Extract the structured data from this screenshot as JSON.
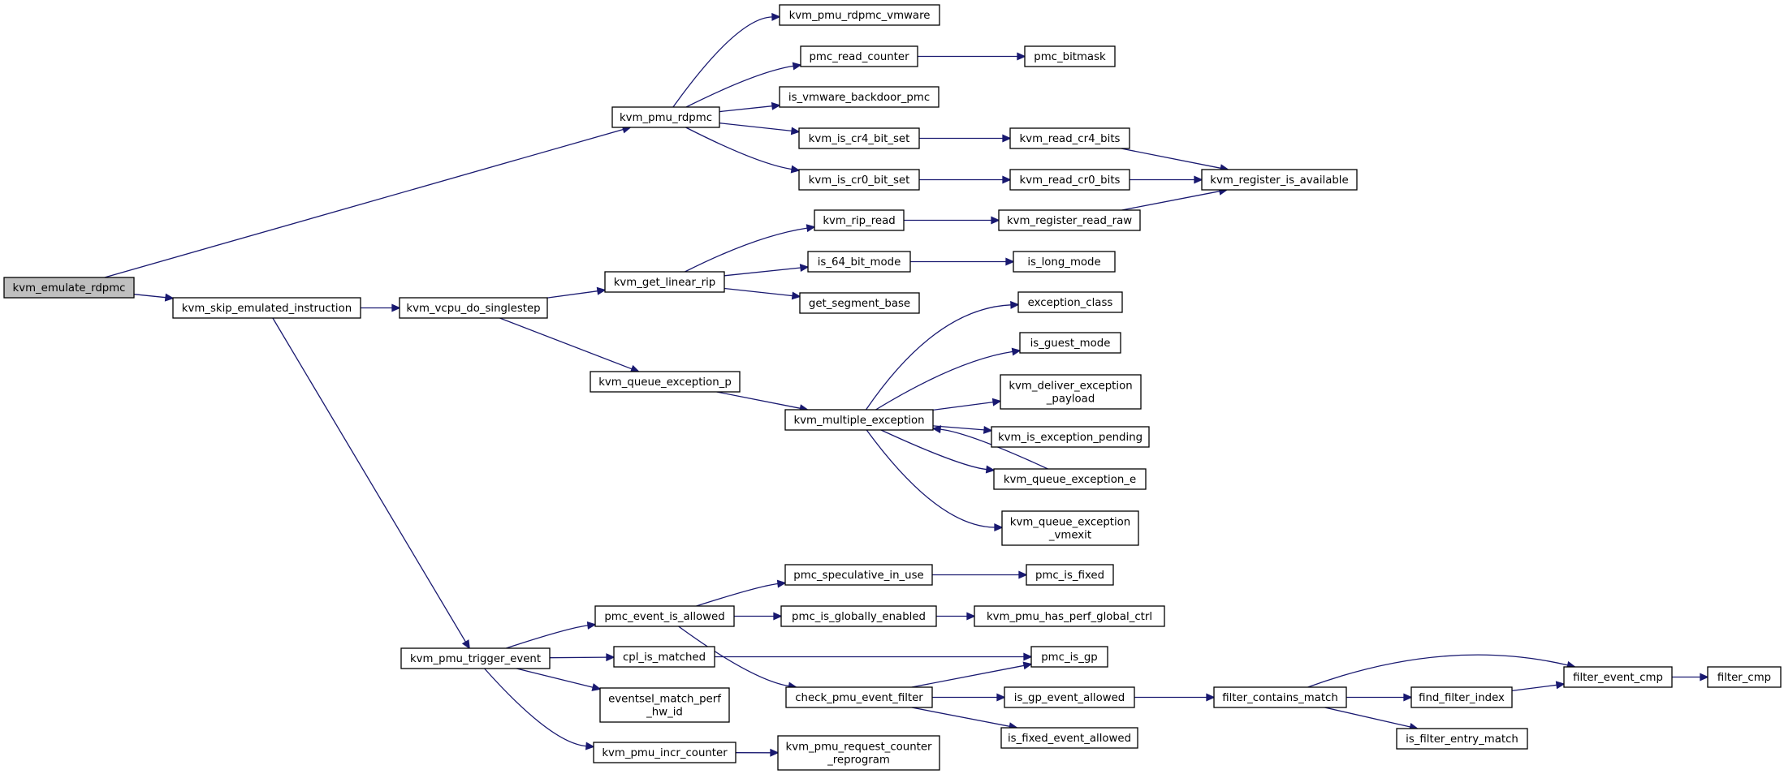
{
  "graph": {
    "root": "kvm_emulate_rdpmc",
    "nodes": [
      {
        "id": "kvm_emulate_rdpmc",
        "lines": [
          "kvm_emulate_rdpmc"
        ],
        "root": true
      },
      {
        "id": "kvm_pmu_rdpmc",
        "lines": [
          "kvm_pmu_rdpmc"
        ]
      },
      {
        "id": "kvm_skip_emulated_instruction",
        "lines": [
          "kvm_skip_emulated_instruction"
        ]
      },
      {
        "id": "kvm_pmu_rdpmc_vmware",
        "lines": [
          "kvm_pmu_rdpmc_vmware"
        ]
      },
      {
        "id": "pmc_read_counter",
        "lines": [
          "pmc_read_counter"
        ]
      },
      {
        "id": "pmc_bitmask",
        "lines": [
          "pmc_bitmask"
        ]
      },
      {
        "id": "is_vmware_backdoor_pmc",
        "lines": [
          "is_vmware_backdoor_pmc"
        ]
      },
      {
        "id": "kvm_is_cr4_bit_set",
        "lines": [
          "kvm_is_cr4_bit_set"
        ]
      },
      {
        "id": "kvm_read_cr4_bits",
        "lines": [
          "kvm_read_cr4_bits"
        ]
      },
      {
        "id": "kvm_is_cr0_bit_set",
        "lines": [
          "kvm_is_cr0_bit_set"
        ]
      },
      {
        "id": "kvm_read_cr0_bits",
        "lines": [
          "kvm_read_cr0_bits"
        ]
      },
      {
        "id": "kvm_register_is_available",
        "lines": [
          "kvm_register_is_available"
        ]
      },
      {
        "id": "kvm_vcpu_do_singlestep",
        "lines": [
          "kvm_vcpu_do_singlestep"
        ]
      },
      {
        "id": "kvm_get_linear_rip",
        "lines": [
          "kvm_get_linear_rip"
        ]
      },
      {
        "id": "kvm_rip_read",
        "lines": [
          "kvm_rip_read"
        ]
      },
      {
        "id": "kvm_register_read_raw",
        "lines": [
          "kvm_register_read_raw"
        ]
      },
      {
        "id": "is_64_bit_mode",
        "lines": [
          "is_64_bit_mode"
        ]
      },
      {
        "id": "is_long_mode",
        "lines": [
          "is_long_mode"
        ]
      },
      {
        "id": "get_segment_base",
        "lines": [
          "get_segment_base"
        ]
      },
      {
        "id": "kvm_queue_exception_p",
        "lines": [
          "kvm_queue_exception_p"
        ]
      },
      {
        "id": "kvm_multiple_exception",
        "lines": [
          "kvm_multiple_exception"
        ]
      },
      {
        "id": "exception_class",
        "lines": [
          "exception_class"
        ]
      },
      {
        "id": "is_guest_mode",
        "lines": [
          "is_guest_mode"
        ]
      },
      {
        "id": "kvm_deliver_exception_payload",
        "lines": [
          "kvm_deliver_exception",
          "_payload"
        ]
      },
      {
        "id": "kvm_is_exception_pending",
        "lines": [
          "kvm_is_exception_pending"
        ]
      },
      {
        "id": "kvm_queue_exception_e",
        "lines": [
          "kvm_queue_exception_e"
        ]
      },
      {
        "id": "kvm_queue_exception_vmexit",
        "lines": [
          "kvm_queue_exception",
          "_vmexit"
        ]
      },
      {
        "id": "kvm_pmu_trigger_event",
        "lines": [
          "kvm_pmu_trigger_event"
        ]
      },
      {
        "id": "pmc_event_is_allowed",
        "lines": [
          "pmc_event_is_allowed"
        ]
      },
      {
        "id": "pmc_speculative_in_use",
        "lines": [
          "pmc_speculative_in_use"
        ]
      },
      {
        "id": "pmc_is_fixed",
        "lines": [
          "pmc_is_fixed"
        ]
      },
      {
        "id": "pmc_is_globally_enabled",
        "lines": [
          "pmc_is_globally_enabled"
        ]
      },
      {
        "id": "kvm_pmu_has_perf_global_ctrl",
        "lines": [
          "kvm_pmu_has_perf_global_ctrl"
        ]
      },
      {
        "id": "cpl_is_matched",
        "lines": [
          "cpl_is_matched"
        ]
      },
      {
        "id": "pmc_is_gp",
        "lines": [
          "pmc_is_gp"
        ]
      },
      {
        "id": "check_pmu_event_filter",
        "lines": [
          "check_pmu_event_filter"
        ]
      },
      {
        "id": "is_gp_event_allowed",
        "lines": [
          "is_gp_event_allowed"
        ]
      },
      {
        "id": "is_fixed_event_allowed",
        "lines": [
          "is_fixed_event_allowed"
        ]
      },
      {
        "id": "filter_contains_match",
        "lines": [
          "filter_contains_match"
        ]
      },
      {
        "id": "find_filter_index",
        "lines": [
          "find_filter_index"
        ]
      },
      {
        "id": "is_filter_entry_match",
        "lines": [
          "is_filter_entry_match"
        ]
      },
      {
        "id": "filter_event_cmp",
        "lines": [
          "filter_event_cmp"
        ]
      },
      {
        "id": "filter_cmp",
        "lines": [
          "filter_cmp"
        ]
      },
      {
        "id": "eventsel_match_perf_hw_id",
        "lines": [
          "eventsel_match_perf",
          "_hw_id"
        ]
      },
      {
        "id": "kvm_pmu_incr_counter",
        "lines": [
          "kvm_pmu_incr_counter"
        ]
      },
      {
        "id": "kvm_pmu_request_counter_reprogram",
        "lines": [
          "kvm_pmu_request_counter",
          "_reprogram"
        ]
      }
    ],
    "edges": [
      {
        "from": "kvm_emulate_rdpmc",
        "to": "kvm_pmu_rdpmc"
      },
      {
        "from": "kvm_emulate_rdpmc",
        "to": "kvm_skip_emulated_instruction"
      },
      {
        "from": "kvm_pmu_rdpmc",
        "to": "kvm_pmu_rdpmc_vmware"
      },
      {
        "from": "kvm_pmu_rdpmc",
        "to": "pmc_read_counter"
      },
      {
        "from": "kvm_pmu_rdpmc",
        "to": "is_vmware_backdoor_pmc"
      },
      {
        "from": "kvm_pmu_rdpmc",
        "to": "kvm_is_cr4_bit_set"
      },
      {
        "from": "kvm_pmu_rdpmc",
        "to": "kvm_is_cr0_bit_set"
      },
      {
        "from": "pmc_read_counter",
        "to": "pmc_bitmask"
      },
      {
        "from": "kvm_is_cr4_bit_set",
        "to": "kvm_read_cr4_bits"
      },
      {
        "from": "kvm_read_cr4_bits",
        "to": "kvm_register_is_available"
      },
      {
        "from": "kvm_is_cr0_bit_set",
        "to": "kvm_read_cr0_bits"
      },
      {
        "from": "kvm_read_cr0_bits",
        "to": "kvm_register_is_available"
      },
      {
        "from": "kvm_skip_emulated_instruction",
        "to": "kvm_vcpu_do_singlestep"
      },
      {
        "from": "kvm_skip_emulated_instruction",
        "to": "kvm_pmu_trigger_event"
      },
      {
        "from": "kvm_vcpu_do_singlestep",
        "to": "kvm_get_linear_rip"
      },
      {
        "from": "kvm_vcpu_do_singlestep",
        "to": "kvm_queue_exception_p"
      },
      {
        "from": "kvm_get_linear_rip",
        "to": "kvm_rip_read"
      },
      {
        "from": "kvm_get_linear_rip",
        "to": "is_64_bit_mode"
      },
      {
        "from": "kvm_get_linear_rip",
        "to": "get_segment_base"
      },
      {
        "from": "kvm_rip_read",
        "to": "kvm_register_read_raw"
      },
      {
        "from": "kvm_register_read_raw",
        "to": "kvm_register_is_available"
      },
      {
        "from": "is_64_bit_mode",
        "to": "is_long_mode"
      },
      {
        "from": "kvm_queue_exception_p",
        "to": "kvm_multiple_exception"
      },
      {
        "from": "kvm_multiple_exception",
        "to": "exception_class"
      },
      {
        "from": "kvm_multiple_exception",
        "to": "is_guest_mode"
      },
      {
        "from": "kvm_multiple_exception",
        "to": "kvm_deliver_exception_payload"
      },
      {
        "from": "kvm_multiple_exception",
        "to": "kvm_is_exception_pending"
      },
      {
        "from": "kvm_multiple_exception",
        "to": "kvm_queue_exception_e"
      },
      {
        "from": "kvm_multiple_exception",
        "to": "kvm_queue_exception_vmexit"
      },
      {
        "from": "kvm_queue_exception_e",
        "to": "kvm_multiple_exception"
      },
      {
        "from": "kvm_pmu_trigger_event",
        "to": "pmc_event_is_allowed"
      },
      {
        "from": "kvm_pmu_trigger_event",
        "to": "cpl_is_matched"
      },
      {
        "from": "kvm_pmu_trigger_event",
        "to": "eventsel_match_perf_hw_id"
      },
      {
        "from": "kvm_pmu_trigger_event",
        "to": "kvm_pmu_incr_counter"
      },
      {
        "from": "pmc_event_is_allowed",
        "to": "pmc_speculative_in_use"
      },
      {
        "from": "pmc_event_is_allowed",
        "to": "pmc_is_globally_enabled"
      },
      {
        "from": "pmc_event_is_allowed",
        "to": "check_pmu_event_filter"
      },
      {
        "from": "pmc_speculative_in_use",
        "to": "pmc_is_fixed"
      },
      {
        "from": "pmc_is_globally_enabled",
        "to": "kvm_pmu_has_perf_global_ctrl"
      },
      {
        "from": "cpl_is_matched",
        "to": "pmc_is_gp"
      },
      {
        "from": "check_pmu_event_filter",
        "to": "pmc_is_gp"
      },
      {
        "from": "check_pmu_event_filter",
        "to": "is_gp_event_allowed"
      },
      {
        "from": "check_pmu_event_filter",
        "to": "is_fixed_event_allowed"
      },
      {
        "from": "is_gp_event_allowed",
        "to": "filter_contains_match"
      },
      {
        "from": "filter_contains_match",
        "to": "filter_event_cmp"
      },
      {
        "from": "filter_contains_match",
        "to": "find_filter_index"
      },
      {
        "from": "filter_contains_match",
        "to": "is_filter_entry_match"
      },
      {
        "from": "find_filter_index",
        "to": "filter_event_cmp"
      },
      {
        "from": "filter_event_cmp",
        "to": "filter_cmp"
      },
      {
        "from": "kvm_pmu_incr_counter",
        "to": "kvm_pmu_request_counter_reprogram"
      }
    ],
    "colors": {
      "edge": "#191970",
      "node_border": "#000000",
      "node_fill": "#ffffff",
      "root_fill": "#bfbfbf",
      "text": "#000000"
    }
  }
}
